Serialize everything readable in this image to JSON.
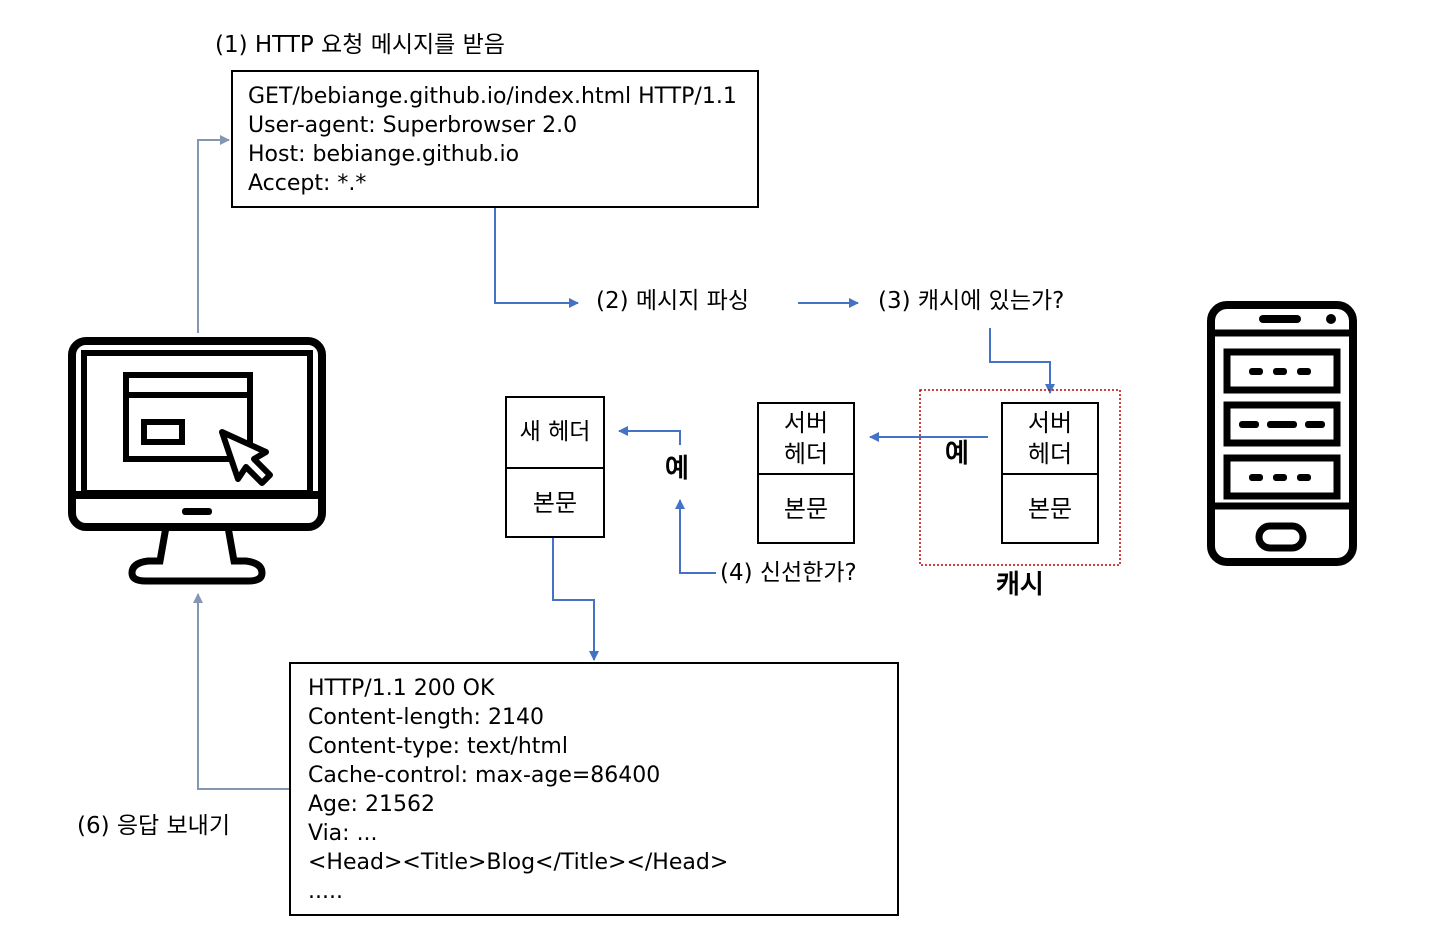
{
  "steps": {
    "step1": "(1) HTTP 요청 메시지를 받음",
    "step2": "(2) 메시지 파싱",
    "step3": "(3) 캐시에 있는가?",
    "step4": "(4) 신선한가?",
    "step6": "(6) 응답 보내기"
  },
  "request": {
    "lines": [
      "GET/bebiange.github.io/index.html HTTP/1.1",
      "User-agent: Superbrowser 2.0",
      "Host: bebiange.github.io",
      "Accept: *.*"
    ]
  },
  "response": {
    "lines": [
      "HTTP/1.1 200 OK",
      "Content-length: 2140",
      "Content-type: text/html",
      "Cache-control: max-age=86400",
      "Age: 21562",
      "Via: ...",
      "<Head><Title>Blog</Title></Head>",
      "....."
    ]
  },
  "documents": {
    "new_doc": {
      "header": "새 헤더",
      "body": "본문"
    },
    "copied_doc": {
      "header_line1": "서버",
      "header_line2": "헤더",
      "body": "본문"
    },
    "cached_doc": {
      "header_line1": "서버",
      "header_line2": "헤더",
      "body": "본문"
    }
  },
  "decisions": {
    "yes_fresh": "예",
    "yes_cached": "예"
  },
  "cache_label": "캐시",
  "icons": {
    "client": "desktop-computer-icon",
    "server": "server-rack-icon"
  },
  "colors": {
    "flow_arrow": "#4472c4",
    "side_arrow": "#8497b0",
    "cache_border": "#c00000"
  }
}
